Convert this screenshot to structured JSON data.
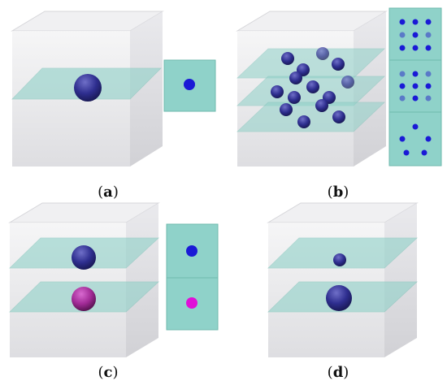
{
  "panels": [
    {
      "id": "a",
      "caption_open": "(",
      "caption_letter": "a",
      "caption_close": ")"
    },
    {
      "id": "b",
      "caption_open": "(",
      "caption_letter": "b",
      "caption_close": ")"
    },
    {
      "id": "c",
      "caption_open": "(",
      "caption_letter": "c",
      "caption_close": ")"
    },
    {
      "id": "d",
      "caption_open": "(",
      "caption_letter": "d",
      "caption_close": ")"
    }
  ],
  "colors": {
    "cube_face": "#e8e8ea",
    "cube_edge": "#d0d0d4",
    "plane": "#8fd1c8",
    "sphere_blue": "#2a2a8a",
    "dot_blue": "#1a1ad6",
    "dot_magenta": "#e010d8",
    "inset_bg": "#8fd2c9"
  }
}
